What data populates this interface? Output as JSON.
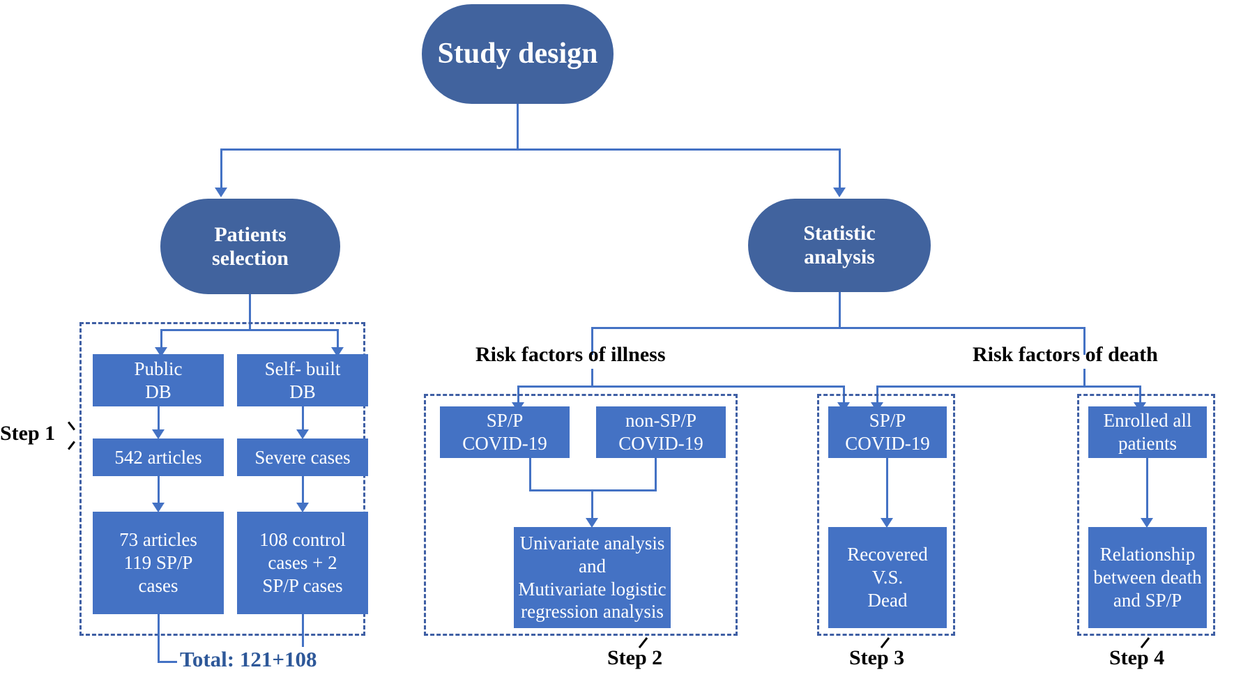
{
  "diagram": {
    "title_node": {
      "label": "Study design"
    },
    "branch_nodes": [
      {
        "label": "Patients selection"
      },
      {
        "label": "Statistic analysis"
      }
    ],
    "section_headings": [
      {
        "label": "Risk factors of illness"
      },
      {
        "label": "Risk factors of death"
      }
    ],
    "step_labels": [
      {
        "label": "Step 1"
      },
      {
        "label": "Step 2"
      },
      {
        "label": "Step 3"
      },
      {
        "label": "Step 4"
      }
    ],
    "total_label": {
      "label": "Total: 121+108"
    },
    "step1_boxes": {
      "public_db": "Public\nDB",
      "self_built_db": "Self- built\nDB",
      "articles_542": "542 articles",
      "severe_cases": "Severe cases",
      "articles_73": "73 articles\n119 SP/P\ncases",
      "control_108": "108 control\ncases + 2\nSP/P  cases"
    },
    "step2_boxes": {
      "sp_p_covid": "SP/P\nCOVID-19",
      "non_sp_p_covid": "non-SP/P\nCOVID-19",
      "analysis": "Univariate analysis and\nMutivariate logistic\nregression analysis"
    },
    "step3_boxes": {
      "sp_p_covid": "SP/P\nCOVID-19",
      "outcome": "Recovered\nV.S.\nDead"
    },
    "step4_boxes": {
      "enrolled": "Enrolled  all\npatients",
      "relationship": "Relationship\nbetween death\nand SP/P"
    },
    "colors": {
      "node_round_fill": "#41639E",
      "node_box_fill": "#4472C4",
      "connector": "#4472C4",
      "dashed_frame": "#3F5FA4",
      "total_text": "#2E5899",
      "label_text": "#000000",
      "box_text": "#FFFFFF",
      "background": "#FFFFFF"
    }
  }
}
